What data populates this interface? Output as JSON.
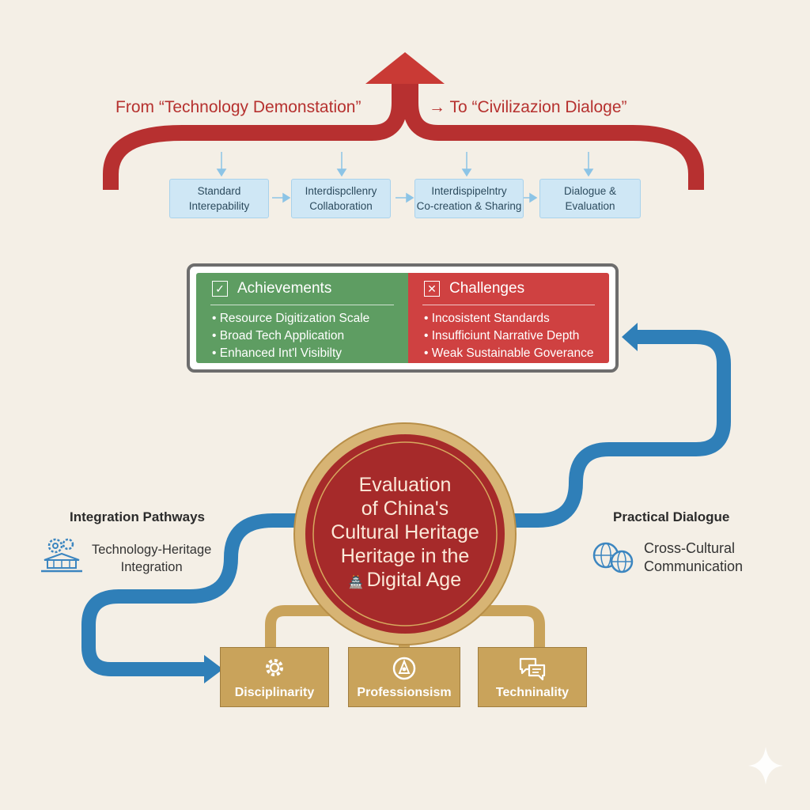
{
  "header": {
    "from_label": "From “Technology Demonstation”",
    "to_label": "→ To “Civilizazion Dialoge”"
  },
  "steps": [
    {
      "line1": "Standard",
      "line2": "Interepability"
    },
    {
      "line1": "Interdispcllenry",
      "line2": "Collaboration"
    },
    {
      "line1": "Interdispipelntry",
      "line2": "Co-creation & Sharing"
    },
    {
      "line1": "Dialogue &",
      "line2": "Evaluation"
    }
  ],
  "achievements": {
    "title": "Achievements",
    "check_glyph": "✓",
    "items": [
      "• Resource Digitization Scale",
      "• Broad Tech Application",
      "• Enhanced Int'l Visibilty"
    ]
  },
  "challenges": {
    "title": "Challenges",
    "check_glyph": "✕",
    "items": [
      "• Incosistent Standards",
      "• Insufficiunt Narrative Depth",
      "• Weak Sustainable Goverance"
    ]
  },
  "center": {
    "lines": [
      "Evaluation",
      "of China's",
      "Cultural Heritage",
      "Heritage in the"
    ],
    "last_line": "Digital Age",
    "pavilion_glyph": "🏯"
  },
  "left_side": {
    "title": "Integration Pathways",
    "line1": "Technology-Heritage",
    "line2": "Integration",
    "icon": "gears-building-icon"
  },
  "right_side": {
    "title": "Practical Dialogue",
    "line1": "Cross-Cultural",
    "line2": "Communication",
    "icon": "globe-icon"
  },
  "bottom": [
    {
      "label": "Disciplinarity",
      "icon": "gear-icon"
    },
    {
      "label": "Professionsism",
      "icon": "badge-icon"
    },
    {
      "label": "Techninality",
      "icon": "chat-icon"
    }
  ],
  "colors": {
    "red_arrow": "#c0342f",
    "blue_flow": "#2f7fb8",
    "gold": "#c9a35b",
    "achievements": "#5e9d62",
    "challenges": "#cf4141",
    "center_fill": "#a62a2a"
  }
}
